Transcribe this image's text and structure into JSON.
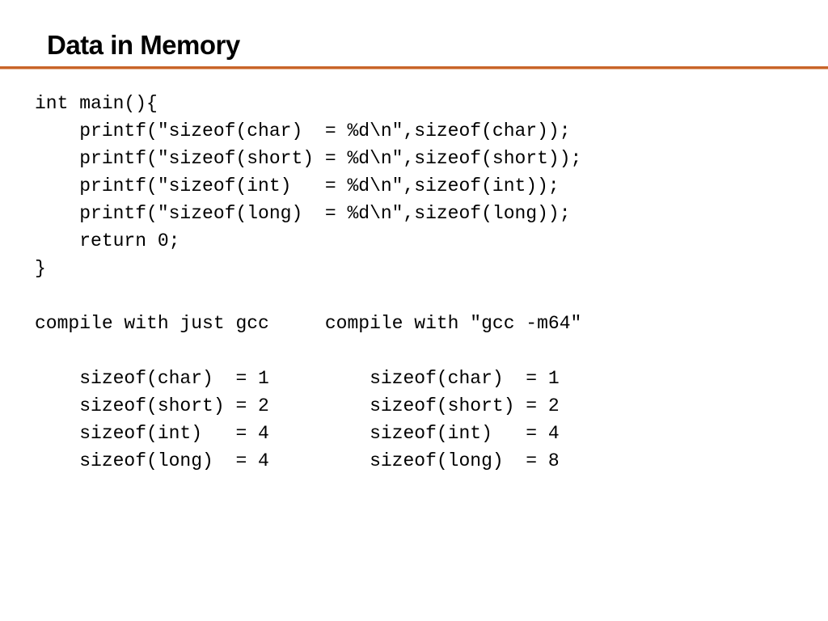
{
  "slide": {
    "title": "Data in Memory"
  },
  "code_lines": [
    "int main(){",
    "    printf(\"sizeof(char)  = %d\\n\",sizeof(char));",
    "    printf(\"sizeof(short) = %d\\n\",sizeof(short));",
    "    printf(\"sizeof(int)   = %d\\n\",sizeof(int));",
    "    printf(\"sizeof(long)  = %d\\n\",sizeof(long));",
    "    return 0;",
    "}",
    "",
    "compile with just gcc     compile with \"gcc -m64\"",
    "",
    "    sizeof(char)  = 1         sizeof(char)  = 1",
    "    sizeof(short) = 2         sizeof(short) = 2",
    "    sizeof(int)   = 4         sizeof(int)   = 4",
    "    sizeof(long)  = 4         sizeof(long)  = 8"
  ],
  "colors": {
    "title_rule": "#c86428",
    "text": "#000000",
    "background": "#ffffff"
  }
}
